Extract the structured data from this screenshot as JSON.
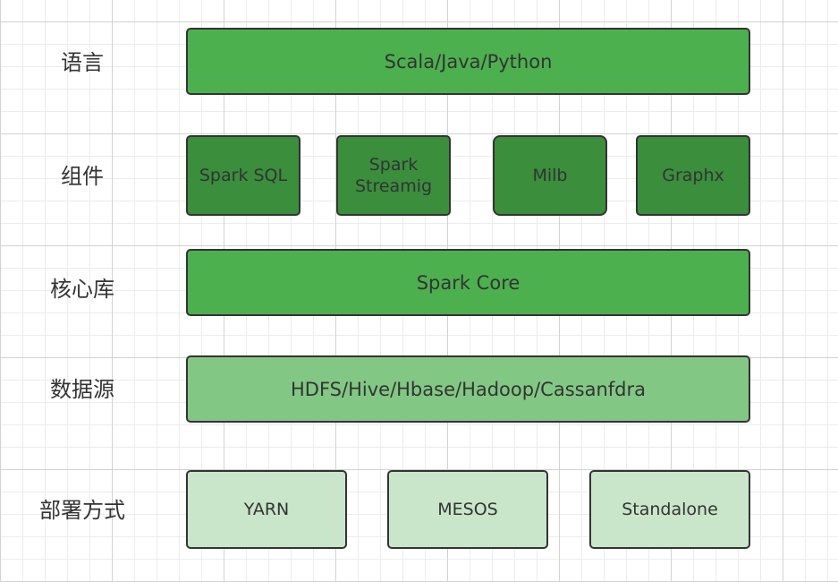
{
  "colors": {
    "language_fill": "#4db04f",
    "component_fill": "#3a8e3c",
    "core_fill": "#4db04f",
    "datasource_fill": "#82c884",
    "deploy_fill": "#c9e6ca",
    "border": "#333333",
    "text": "#333333"
  },
  "rows": {
    "language": {
      "label": "语言",
      "box": "Scala/Java/Python"
    },
    "components": {
      "label": "组件",
      "items": [
        {
          "line1": "Spark SQL",
          "line2": ""
        },
        {
          "line1": "Spark",
          "line2": "Streamig"
        },
        {
          "line1": "Milb",
          "line2": ""
        },
        {
          "line1": "Graphx",
          "line2": ""
        }
      ]
    },
    "core": {
      "label": "核心库",
      "box": "Spark Core"
    },
    "datasource": {
      "label": "数据源",
      "box": "HDFS/Hive/Hbase/Hadoop/Cassanfdra"
    },
    "deploy": {
      "label": "部署方式",
      "items": [
        "YARN",
        "MESOS",
        "Standalone"
      ]
    }
  }
}
